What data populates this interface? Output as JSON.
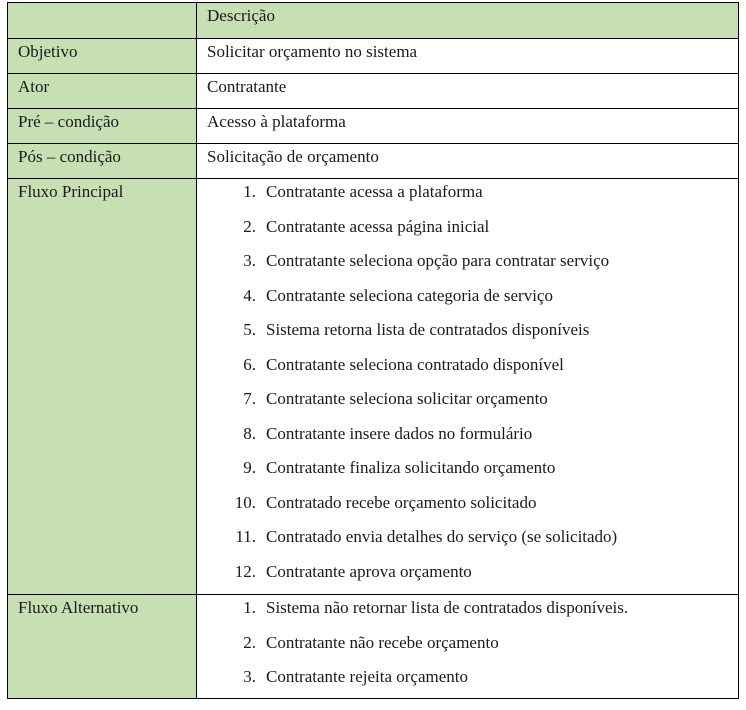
{
  "table": {
    "header": {
      "label": "",
      "value": "Descrição"
    },
    "rows": [
      {
        "label": "Objetivo",
        "value": "Solicitar orçamento no sistema"
      },
      {
        "label": "Ator",
        "value": "Contratante"
      },
      {
        "label": "Pré – condição",
        "value": "Acesso à plataforma"
      },
      {
        "label": "Pós – condição",
        "value": "Solicitação de orçamento"
      }
    ],
    "main_flow": {
      "label": "Fluxo Principal",
      "steps": [
        {
          "num": "1.",
          "text": "Contratante acessa a plataforma"
        },
        {
          "num": "2.",
          "text": "Contratante acessa página inicial"
        },
        {
          "num": "3.",
          "text": "Contratante seleciona opção para contratar serviço"
        },
        {
          "num": "4.",
          "text": "Contratante seleciona categoria de serviço"
        },
        {
          "num": "5.",
          "text": "Sistema retorna lista de contratados disponíveis"
        },
        {
          "num": "6.",
          "text": "Contratante seleciona contratado disponível"
        },
        {
          "num": "7.",
          "text": "Contratante seleciona solicitar orçamento"
        },
        {
          "num": "8.",
          "text": "Contratante insere dados no formulário"
        },
        {
          "num": "9.",
          "text": "Contratante finaliza solicitando orçamento"
        },
        {
          "num": "10.",
          "text": "Contratado recebe orçamento solicitado"
        },
        {
          "num": "11.",
          "text": "Contratado envia detalhes do serviço (se solicitado)"
        },
        {
          "num": "12.",
          "text": "Contratante aprova orçamento"
        }
      ]
    },
    "alt_flow": {
      "label": "Fluxo Alternativo",
      "steps": [
        {
          "num": "1.",
          "text": "Sistema não retornar lista de contratados disponíveis."
        },
        {
          "num": "2.",
          "text": "Contratante não recebe orçamento"
        },
        {
          "num": "3.",
          "text": "Contratante rejeita orçamento"
        }
      ]
    },
    "colors": {
      "header_fill": "#c6e0b4",
      "border": "#000000"
    }
  }
}
